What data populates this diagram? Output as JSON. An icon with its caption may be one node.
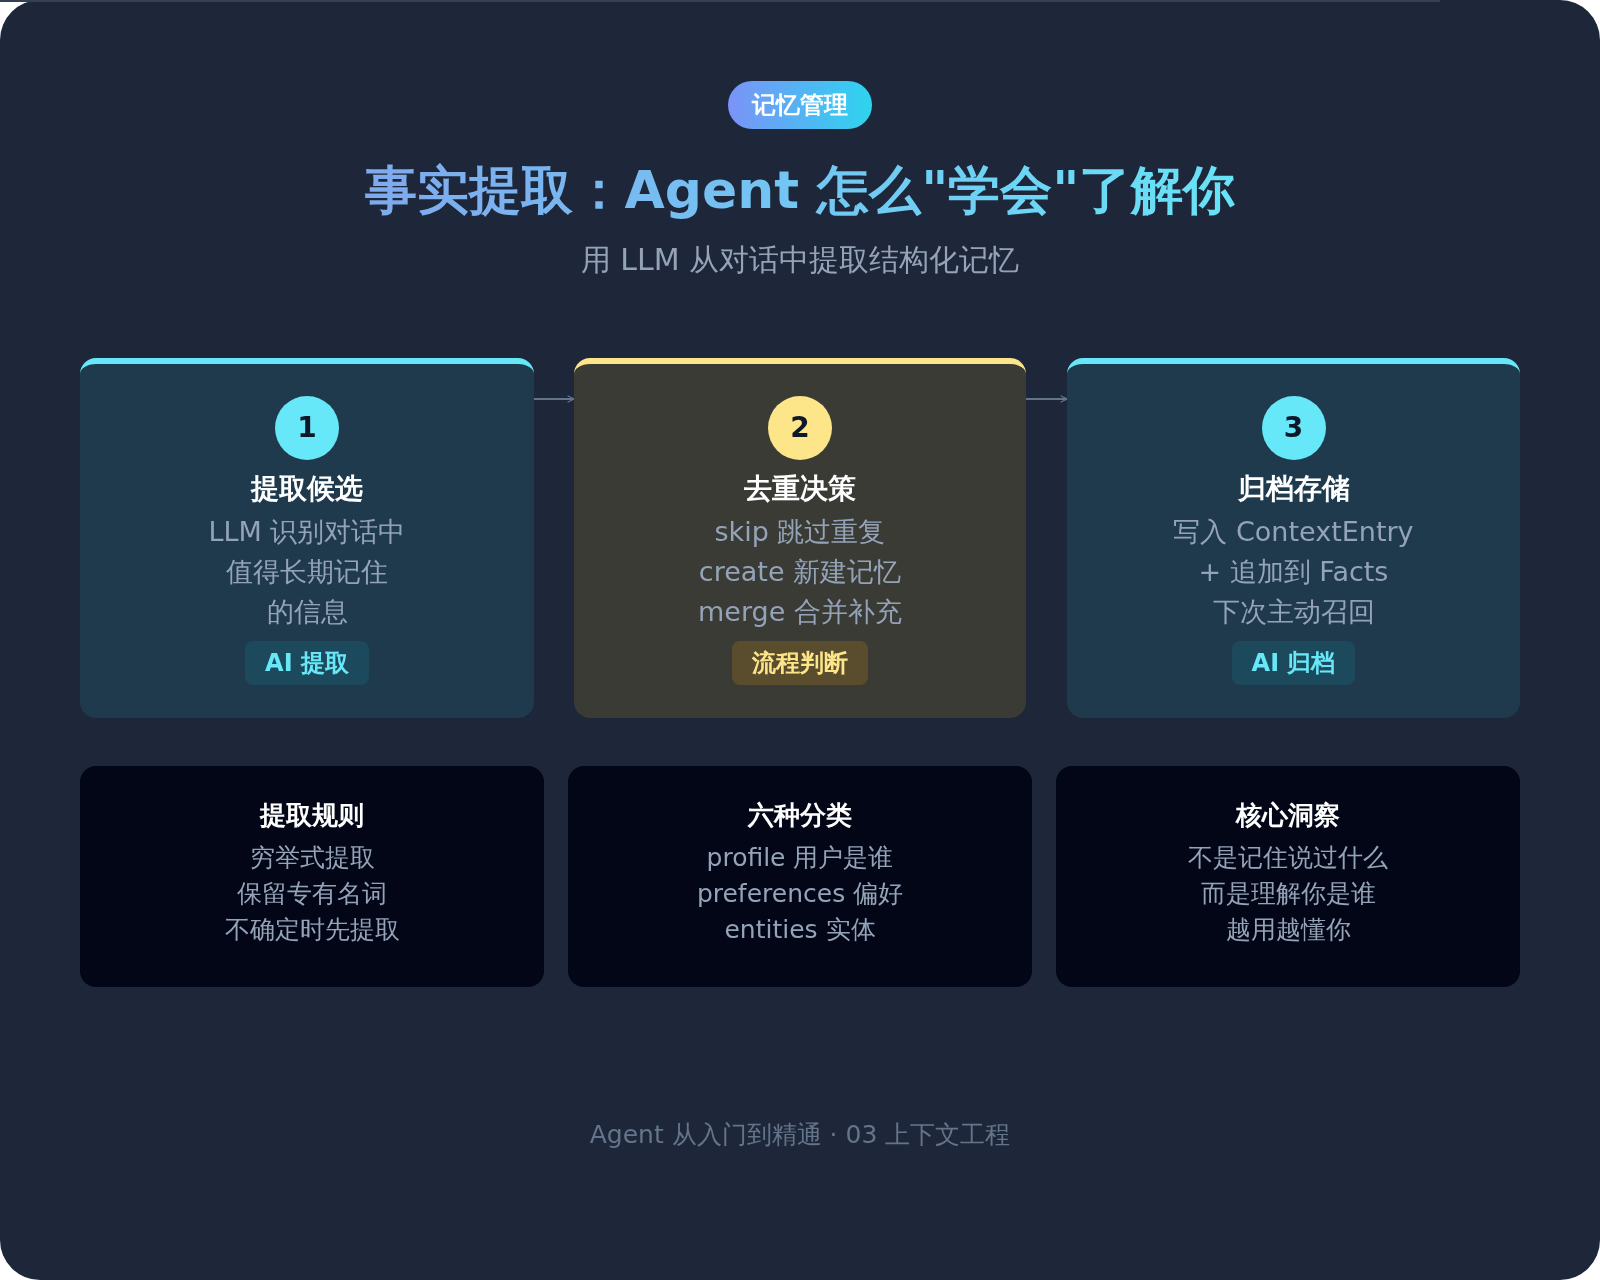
{
  "diagram": {
    "title": "事实提取：Agent 怎么\"学会\"了解你",
    "caption": "Agent 从入门到精通 · 03 上下文工程",
    "nodes": [
      {
        "text": [
          "记忆管理"
        ]
      },
      {
        "text": [
          "提取候选",
          "LLM 识别对话中",
          "值得长期记住",
          "的信息"
        ]
      },
      {
        "text": [
          "1"
        ],
        "in": 1
      },
      {
        "text": [
          "AI 提取"
        ],
        "in": 1
      },
      {
        "text": [
          "去重决策",
          "skip 跳过重复",
          "create 新建记忆",
          "merge 合并补充"
        ]
      },
      {
        "text": [
          "2"
        ],
        "in": 4
      },
      {
        "text": [
          "流程判断"
        ],
        "in": 4
      },
      {
        "text": [
          "归档存储",
          "写入 ContextEntry",
          "+ 追加到 Facts",
          "下次主动召回"
        ]
      },
      {
        "text": [
          "3"
        ],
        "in": 7
      },
      {
        "text": [
          "AI 归档"
        ],
        "in": 7
      },
      {
        "text": [
          "提取规则",
          "穷举式提取",
          "保留专有名词",
          "不确定时先提取"
        ]
      },
      {
        "text": [
          "六种分类",
          "profile 用户是谁",
          "preferences 偏好",
          "entities 实体"
        ]
      },
      {
        "text": [
          "核心洞察",
          "不是记住说过什么",
          "而是理解你是谁",
          "越用越懂你"
        ]
      }
    ],
    "edges": [
      {
        "from": 1,
        "to": 4,
        "arrow": "to"
      },
      {
        "from": 4,
        "to": 7,
        "arrow": "to"
      }
    ],
    "labels": [
      "用 LLM 从对话中提取结构化记忆"
    ]
  }
}
